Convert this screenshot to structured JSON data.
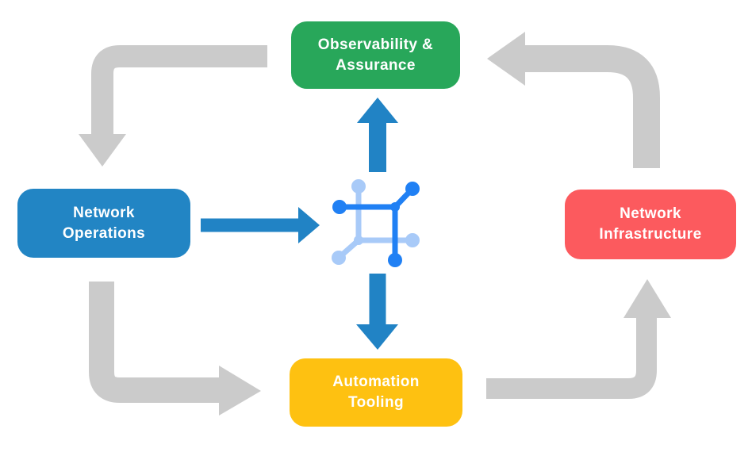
{
  "diagram": {
    "title": "Network automation lifecycle diagram",
    "background_color": "#FFFFFF",
    "arrow_gray_color": "#CBCBCB",
    "arrow_blue_color": "#2183C5",
    "icon": {
      "name": "network-mesh-icon",
      "dark_color": "#2080F4",
      "light_color": "#A8CAF8"
    },
    "nodes": {
      "observability": {
        "line1": "Observability &",
        "line2": "Assurance",
        "color": "#28A75A",
        "text_color": "#FFFFFF"
      },
      "operations": {
        "line1": "Network",
        "line2": "Operations",
        "color": "#2285C4",
        "text_color": "#FFFFFF"
      },
      "infrastructure": {
        "line1": "Network",
        "line2": "Infrastructure",
        "color": "#FC5A5E",
        "text_color": "#FFFFFF"
      },
      "automation": {
        "line1": "Automation",
        "line2": "Tooling",
        "color": "#FEC111",
        "text_color": "#FFFFFF"
      }
    },
    "flows": {
      "gray_cycle": [
        "observability-to-operations",
        "operations-to-automation",
        "automation-to-infrastructure",
        "infrastructure-to-observability"
      ],
      "blue_flows": [
        "operations-to-core",
        "core-to-observability",
        "core-to-automation"
      ]
    }
  }
}
